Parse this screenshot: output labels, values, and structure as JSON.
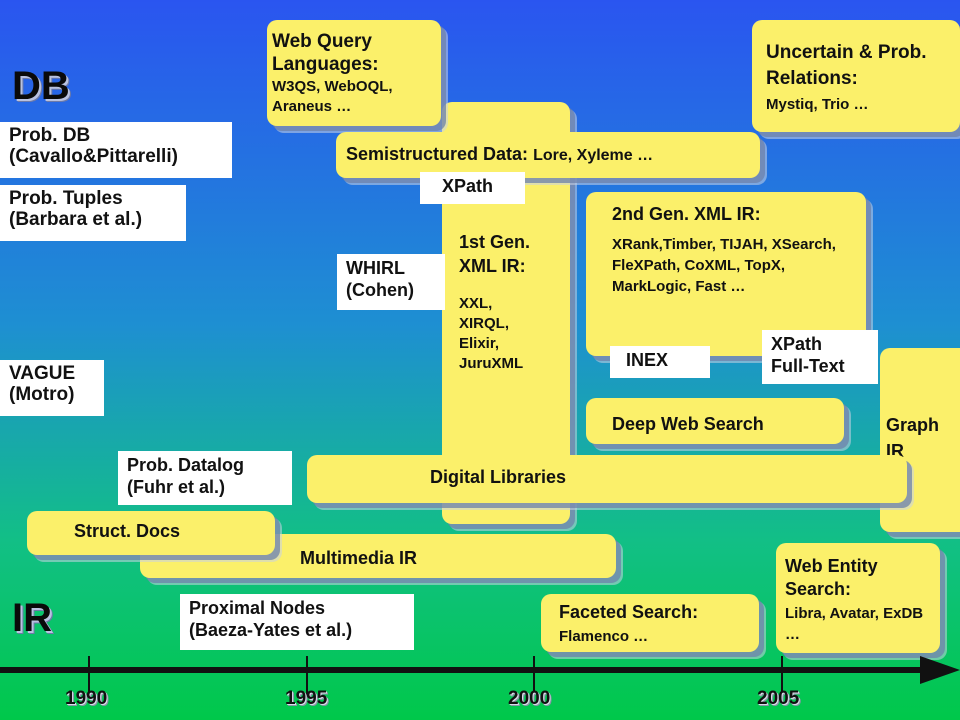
{
  "labels": {
    "db": "DB",
    "ir": "IR"
  },
  "colors": {
    "box_fill": "#fbf06a",
    "label_fill": "#ffffff",
    "background_top": "#2a55f0",
    "background_bottom": "#00c84a"
  },
  "timeline": {
    "years": [
      "1990",
      "1995",
      "2000",
      "2005"
    ]
  },
  "yellow_boxes": {
    "web_query": {
      "title": "Web Query Languages:",
      "sub": "W3QS, WebOQL, Araneus …"
    },
    "uncertain": {
      "title": "Uncertain & Prob. Relations:",
      "sub": "Mystiq, Trio …"
    },
    "semistructured": {
      "title": "Semistructured Data:",
      "sub": "Lore, Xyleme …"
    },
    "first_gen": {
      "title": "1st Gen. XML IR:",
      "sub": [
        "XXL,",
        "XIRQL,",
        "Elixir,",
        "JuruXML"
      ]
    },
    "second_gen": {
      "title": "2nd Gen. XML IR:",
      "sub": "XRank,Timber, TIJAH, XSearch, FleXPath, CoXML, TopX, MarkLogic, Fast …"
    },
    "deep_web": {
      "title": "Deep Web Search"
    },
    "graph_ir": {
      "title": "Graph IR"
    },
    "digital_libraries": {
      "title": "Digital Libraries"
    },
    "struct_docs": {
      "title": "Struct. Docs"
    },
    "multimedia": {
      "title": "Multimedia IR"
    },
    "faceted": {
      "title": "Faceted Search:",
      "sub": "Flamenco …"
    },
    "web_entity": {
      "title": "Web Entity Search:",
      "sub": "Libra, Avatar, ExDB …"
    }
  },
  "white_labels": {
    "prob_db": [
      "Prob. DB",
      "(Cavallo&Pittarelli)"
    ],
    "prob_tuples": [
      "Prob. Tuples",
      "(Barbara et al.)"
    ],
    "vague": [
      "VAGUE",
      "(Motro)"
    ],
    "prob_datalog": [
      "Prob. Datalog",
      "(Fuhr et al.)"
    ],
    "proximal": [
      "Proximal Nodes",
      "(Baeza-Yates et al.)"
    ],
    "whirl": [
      "WHIRL",
      "(Cohen)"
    ],
    "xpath": "XPath",
    "inex": "INEX",
    "xpath_fulltext": [
      "XPath",
      "Full-Text"
    ]
  }
}
